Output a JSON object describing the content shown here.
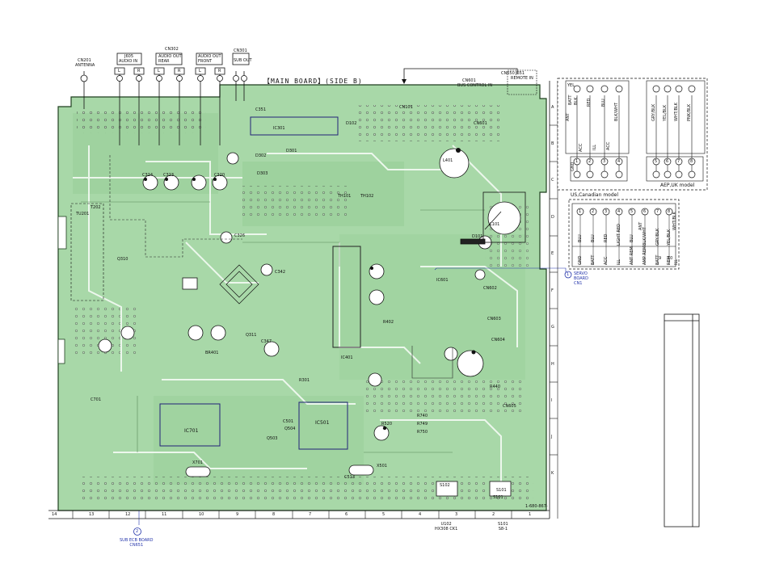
{
  "board": {
    "title": "【MAIN BOARD】(SIDE B)",
    "part_number": "1-680-867-",
    "board_color": "#a8d8a8",
    "pad_color": "#2a2a2a"
  },
  "connectors_top": {
    "cn201": {
      "ref": "CN201",
      "name": "ANTENNA"
    },
    "cn302": {
      "ref": "CN302"
    },
    "j605": {
      "ref": "J605",
      "name": "AUDIO IN"
    },
    "audio_out_rear": "AUDIO OUT\nREAR",
    "audio_out_front": "AUDIO OUT\nFRONT",
    "cn301": {
      "ref": "CN301",
      "name": "SUB OUT"
    },
    "lr": [
      "L",
      "R",
      "L",
      "R",
      "L",
      "R"
    ],
    "cn601": {
      "ref": "CN601",
      "name": "BUS CONTROL IN"
    },
    "cn650": {
      "ref": "CN650"
    },
    "j651": {
      "ref": "J651",
      "name": "REMOTE IN"
    }
  },
  "row_letters": [
    "A",
    "B",
    "C",
    "D",
    "E",
    "F",
    "G",
    "H",
    "I",
    "J",
    "K"
  ],
  "column_numbers": [
    "14",
    "13",
    "12",
    "11",
    "10",
    "9",
    "8",
    "7",
    "6",
    "5",
    "4",
    "3",
    "2",
    "1"
  ],
  "component_labels": [
    "IC301",
    "IC701",
    "IC501",
    "IC401",
    "IC601",
    "CN101",
    "TU201",
    "L101",
    "L401",
    "C324",
    "C320",
    "C323",
    "C326",
    "C342",
    "C347",
    "C351",
    "C501",
    "C513",
    "C701",
    "D301",
    "D302",
    "D303",
    "D101",
    "D102",
    "Q310",
    "Q311",
    "Q503",
    "Q504",
    "R301",
    "R402",
    "R440",
    "R520",
    "R740",
    "R749",
    "R750",
    "S101",
    "S102",
    "T202",
    "CN601",
    "CN602",
    "CN603",
    "CN604",
    "CN605",
    "BR401",
    "X501",
    "X701",
    "TH101",
    "TH102"
  ],
  "side_connector_1": {
    "model_label": "AEP,UK model",
    "pin_labels": [
      "BATT",
      "BLK",
      "RED",
      "BLU",
      "ACC",
      "ILL",
      "GND",
      "ANT",
      "ACC",
      "YEL",
      "BLK/WHT",
      "GRY/BLK",
      "YEL/BLK",
      "WHT/BLK",
      "PNK/BLK"
    ],
    "pin_numbers": [
      "1",
      "2",
      "3",
      "4",
      "5",
      "6",
      "7",
      "8"
    ]
  },
  "side_connector_2": {
    "model_label": "US,Canadian model",
    "pin_labels": [
      "BLU",
      "BLU",
      "RED",
      "LIGHT RED",
      "BLU",
      "BLK/WHT",
      "GRY/BLK",
      "YEL/BLK",
      "ANT",
      "WHT/BLK"
    ],
    "row2": [
      "GND",
      "BATT",
      "ACC",
      "ILL",
      "ANT REM",
      "AMP REM",
      "BATT",
      "REM",
      "ILL"
    ],
    "pin_numbers": [
      "1",
      "2",
      "3",
      "4",
      "5",
      "6",
      "7",
      "8",
      "9",
      "10"
    ]
  },
  "annotations": {
    "servo_board_ref": "1",
    "servo_board": "SERVO\nBOARD\nCN1",
    "sub_ecb_ref": "2",
    "sub_ecb": "SUB ECB BOARD\nCN651",
    "u102": "U102\nHX308 CK1",
    "s101": "S101",
    "s101b": "S101\nS8-1"
  },
  "table": {
    "header": [
      "",
      ""
    ]
  }
}
